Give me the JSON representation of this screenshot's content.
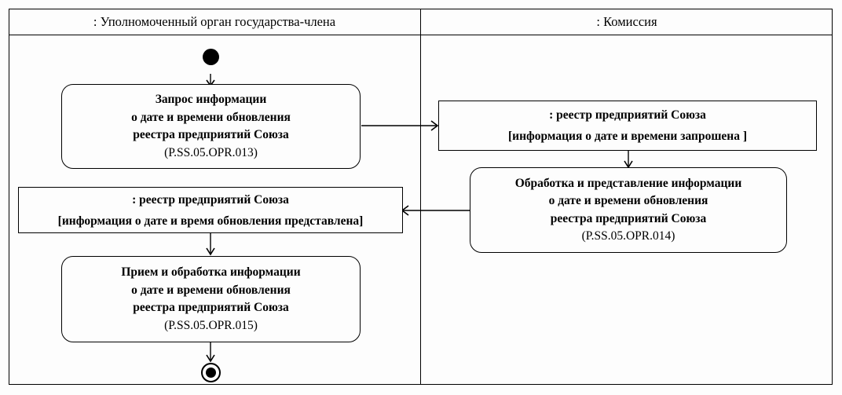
{
  "diagram": {
    "type": "uml-activity-diagram",
    "lanes": [
      {
        "id": "member-state-body",
        "title": ": Уполномоченный орган государства-члена"
      },
      {
        "id": "commission",
        "title": ": Комиссия"
      }
    ],
    "nodes": {
      "start": {
        "kind": "initial-node",
        "label": "start"
      },
      "activity_013": {
        "kind": "activity",
        "lines": [
          "Запрос информации",
          "о дате и времени обновления",
          "реестра предприятий Союза"
        ],
        "code": "(P.SS.05.OPR.013)"
      },
      "object_requested": {
        "kind": "object-node",
        "lines": [
          ": реестр предприятий Союза",
          "[информация о дате и времени запрошена ]"
        ]
      },
      "activity_014": {
        "kind": "activity",
        "lines": [
          "Обработка и представление информации",
          "о дате и времени обновления",
          "реестра предприятий Союза"
        ],
        "code": "(P.SS.05.OPR.014)"
      },
      "object_provided": {
        "kind": "object-node",
        "lines": [
          ": реестр предприятий Союза",
          "[информация о дате и время обновления представлена]"
        ]
      },
      "activity_015": {
        "kind": "activity",
        "lines": [
          "Прием и обработка информации",
          "о дате и времени обновления",
          "реестра предприятий Союза"
        ],
        "code": "(P.SS.05.OPR.015)"
      },
      "end": {
        "kind": "final-node",
        "label": "end"
      }
    },
    "edges": [
      {
        "from": "start",
        "to": "activity_013",
        "direction": "down"
      },
      {
        "from": "activity_013",
        "to": "object_requested",
        "direction": "right"
      },
      {
        "from": "object_requested",
        "to": "activity_014",
        "direction": "down"
      },
      {
        "from": "activity_014",
        "to": "object_provided",
        "direction": "left"
      },
      {
        "from": "object_provided",
        "to": "activity_015",
        "direction": "down"
      },
      {
        "from": "activity_015",
        "to": "end",
        "direction": "down"
      }
    ],
    "colors": {
      "stroke": "#000000",
      "background": "#fdfdfd",
      "text": "#000000"
    }
  }
}
